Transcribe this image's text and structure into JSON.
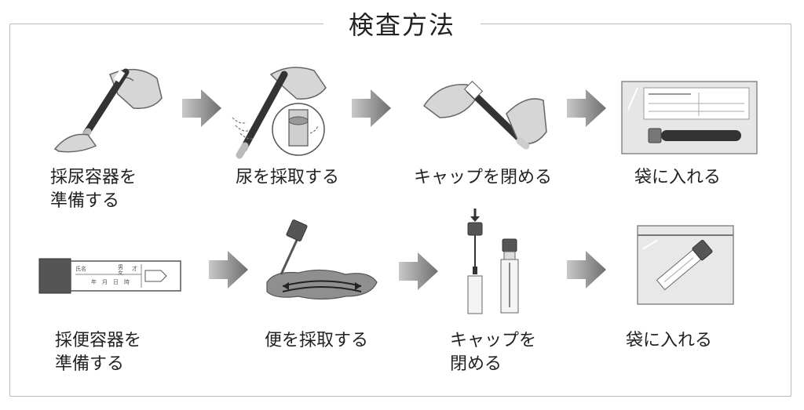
{
  "title": "検査方法",
  "urine_steps": [
    {
      "line1": "採尿容器を",
      "line2": "準備する"
    },
    {
      "line1": "尿を採取する",
      "line2": ""
    },
    {
      "line1": "キャップを閉める",
      "line2": ""
    },
    {
      "line1": "袋に入れる",
      "line2": ""
    }
  ],
  "stool_steps": [
    {
      "line1": "採便容器を",
      "line2": "準備する"
    },
    {
      "line1": "便を採取する",
      "line2": ""
    },
    {
      "line1": "キャップを",
      "line2": "閉める"
    },
    {
      "line1": "袋に入れる",
      "line2": ""
    }
  ],
  "stool_label_text": {
    "name": "氏名",
    "sex_m": "男",
    "sex_f": "女",
    "age": "才",
    "date": "年　月　日　時"
  }
}
